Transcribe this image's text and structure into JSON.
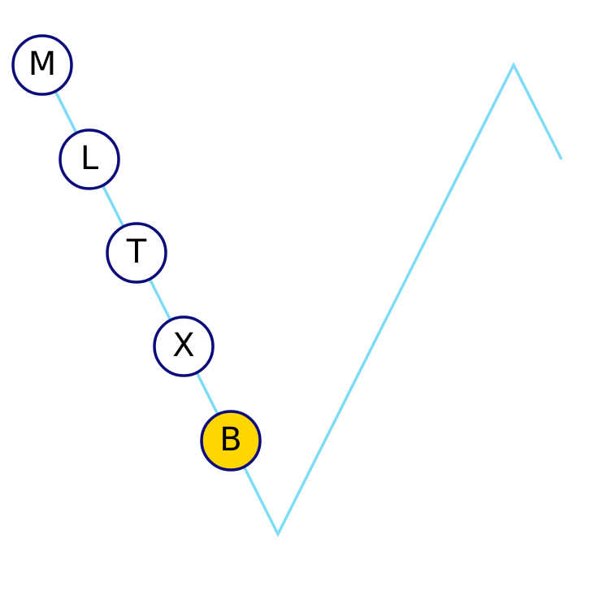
{
  "colors": {
    "path_line": "#7fdcf7",
    "node_stroke": "#0b0b7a",
    "node_fill": "#ffffff",
    "highlight_fill": "#ffd600",
    "label": "#000000"
  },
  "nodes": [
    {
      "label": "M",
      "highlighted": false
    },
    {
      "label": "L",
      "highlighted": false
    },
    {
      "label": "T",
      "highlighted": false
    },
    {
      "label": "X",
      "highlighted": false
    },
    {
      "label": "B",
      "highlighted": true
    }
  ]
}
